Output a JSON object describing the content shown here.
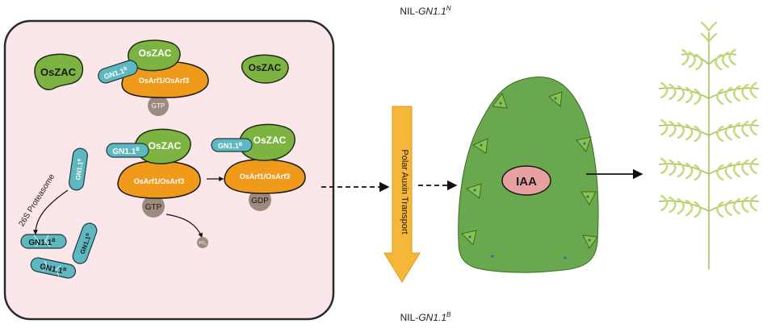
{
  "labels": {
    "nil_top_prefix": "NIL-",
    "nil_top_gene": "GN1.1",
    "nil_top_sup": "N",
    "nil_bottom_prefix": "NIL-",
    "nil_bottom_gene": "GN1.1",
    "nil_bottom_sup": "B",
    "oszac": "OsZAC",
    "gn11b": "GN1.1",
    "gn11b_sup": "B",
    "osarf": "OsArf1/OsArf3",
    "gtp": "GTP",
    "gdp": "GDP",
    "pi": "PO",
    "pi_sub": "4",
    "proteasome": "26S Proteasome",
    "polar_auxin": "Polar Auxin Transport",
    "iaa": "IAA"
  },
  "colors": {
    "cell_fill": "#fbe6ea",
    "cell_stroke": "#2a2a2a",
    "green": "#7cb342",
    "green_dark": "#3a6b1c",
    "orange": "#ef9a1b",
    "cyan": "#5fb8bf",
    "gtp_gray": "#9e8a7e",
    "arrow_yellow": "#f5b73a",
    "panicle_green": "#6aa84f",
    "panicle_light": "#c2d97c",
    "iaa_pink": "#e8a1a1",
    "tassel_line": "#c5d777"
  }
}
